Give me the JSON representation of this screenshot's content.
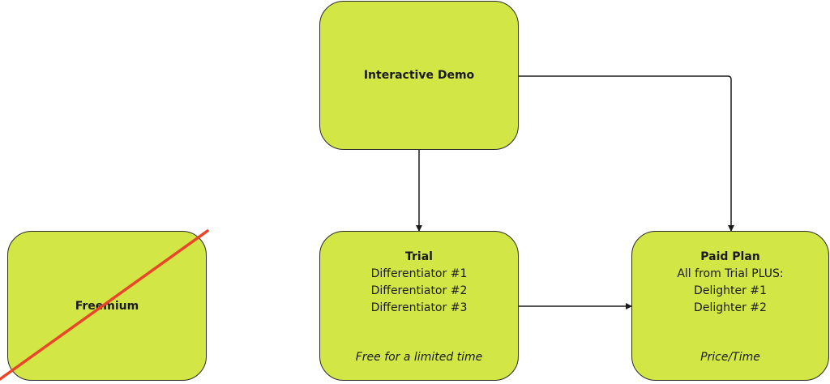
{
  "nodes": {
    "demo": {
      "label": "Interactive Demo"
    },
    "trial": {
      "title": "Trial",
      "lines": [
        "Differentiator #1",
        "Differentiator #2",
        "Differentiator #3"
      ],
      "footer": "Free for a limited time"
    },
    "paid": {
      "title": "Paid Plan",
      "lines": [
        "All from Trial PLUS:",
        "Delighter #1",
        "Delighter #2"
      ],
      "footer": "Price/Time"
    },
    "freemium": {
      "label": "Freemium",
      "struck_out": true
    }
  },
  "colors": {
    "node_fill": "#d2e645",
    "node_border": "#2b2b2b",
    "connector": "#1a1a1a",
    "strike": "#e8452a"
  }
}
